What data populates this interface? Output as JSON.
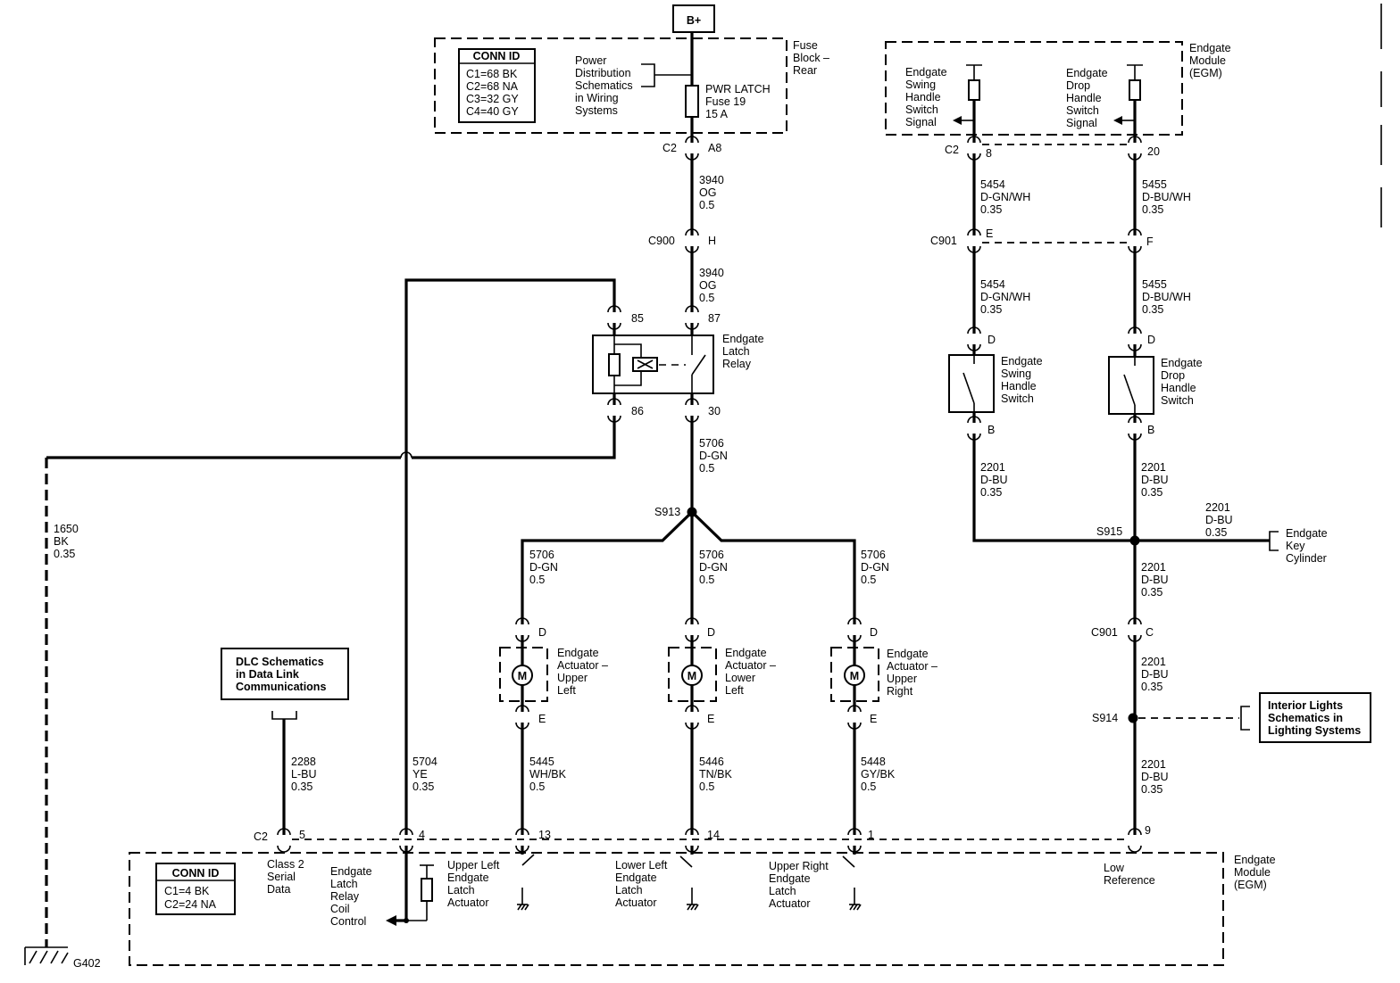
{
  "power": {
    "label": "B+"
  },
  "fuse_block": {
    "title": [
      "Fuse",
      "Block –",
      "Rear"
    ],
    "conn_id_title": "CONN ID",
    "conn_ids": [
      "C1=68 BK",
      "C2=68 NA",
      "C3=32 GY",
      "C4=40 GY"
    ],
    "power_dist_ref": [
      "Power",
      "Distribution",
      "Schematics",
      "in Wiring",
      "Systems"
    ],
    "fuse_label": [
      "PWR LATCH",
      "Fuse 19",
      "15 A"
    ]
  },
  "relay": {
    "name": [
      "Endgate",
      "Latch",
      "Relay"
    ],
    "pins": [
      "85",
      "87",
      "86",
      "30"
    ]
  },
  "connectors": {
    "c2_a8": {
      "conn": "C2",
      "pin": "A8"
    },
    "c900_h": {
      "conn": "C900",
      "pin": "H"
    },
    "c2_8": {
      "conn": "C2",
      "pin": "8"
    },
    "c2_20": {
      "pin": "20"
    },
    "c901_e": {
      "conn": "C901",
      "pin": "E"
    },
    "c901_f": {
      "pin": "F"
    },
    "c901_c": {
      "conn": "C901",
      "pin": "C"
    },
    "sw_pins": [
      "D",
      "B",
      "D",
      "B"
    ],
    "act_pins": [
      "D",
      "E",
      "D",
      "E",
      "D",
      "E"
    ],
    "egm_bottom_conn": "C2",
    "egm_bottom_pins": [
      "5",
      "4",
      "13",
      "14",
      "1",
      "9"
    ]
  },
  "wires": {
    "w3940a": [
      "3940",
      "OG",
      "0.5"
    ],
    "w3940b": [
      "3940",
      "OG",
      "0.5"
    ],
    "w5706_main": [
      "5706",
      "D-GN",
      "0.5"
    ],
    "w5706_left": [
      "5706",
      "D-GN",
      "0.5"
    ],
    "w5706_mid": [
      "5706",
      "D-GN",
      "0.5"
    ],
    "w5706_right": [
      "5706",
      "D-GN",
      "0.5"
    ],
    "w1650": [
      "1650",
      "BK",
      "0.35"
    ],
    "w2288": [
      "2288",
      "L-BU",
      "0.35"
    ],
    "w5704": [
      "5704",
      "YE",
      "0.35"
    ],
    "w5445": [
      "5445",
      "WH/BK",
      "0.5"
    ],
    "w5446": [
      "5446",
      "TN/BK",
      "0.5"
    ],
    "w5448": [
      "5448",
      "GY/BK",
      "0.5"
    ],
    "w5454a": [
      "5454",
      "D-GN/WH",
      "0.35"
    ],
    "w5454b": [
      "5454",
      "D-GN/WH",
      "0.35"
    ],
    "w5455a": [
      "5455",
      "D-BU/WH",
      "0.35"
    ],
    "w5455b": [
      "5455",
      "D-BU/WH",
      "0.35"
    ],
    "w2201_swing": [
      "2201",
      "D-BU",
      "0.35"
    ],
    "w2201_drop": [
      "2201",
      "D-BU",
      "0.35"
    ],
    "w2201_key": [
      "2201",
      "D-BU",
      "0.35"
    ],
    "w2201_s915": [
      "2201",
      "D-BU",
      "0.35"
    ],
    "w2201_c901": [
      "2201",
      "D-BU",
      "0.35"
    ],
    "w2201_s914": [
      "2201",
      "D-BU",
      "0.35"
    ]
  },
  "splices": {
    "s913": "S913",
    "s915": "S915",
    "s914": "S914"
  },
  "actuators": {
    "motor_symbol": "M",
    "upper_left": [
      "Endgate",
      "Actuator –",
      "Upper",
      "Left"
    ],
    "lower_left": [
      "Endgate",
      "Actuator –",
      "Lower",
      "Left"
    ],
    "upper_right": [
      "Endgate",
      "Actuator –",
      "Upper",
      "Right"
    ]
  },
  "switches": {
    "swing": [
      "Endgate",
      "Swing",
      "Handle",
      "Switch"
    ],
    "drop": [
      "Endgate",
      "Drop",
      "Handle",
      "Switch"
    ]
  },
  "egm_top": {
    "title": [
      "Endgate",
      "Module",
      "(EGM)"
    ],
    "swing_signal": [
      "Endgate",
      "Swing",
      "Handle",
      "Switch",
      "Signal"
    ],
    "drop_signal": [
      "Endgate",
      "Drop",
      "Handle",
      "Switch",
      "Signal"
    ]
  },
  "key_cylinder": [
    "Endgate",
    "Key",
    "Cylinder"
  ],
  "interior_ref": [
    "Interior Lights",
    "Schematics in",
    "Lighting Systems"
  ],
  "dlc_ref": [
    "DLC Schematics",
    "in Data Link",
    "Communications"
  ],
  "egm_bottom": {
    "title": [
      "Endgate",
      "Module",
      "(EGM)"
    ],
    "conn_id_title": "CONN ID",
    "conn_ids": [
      "C1=4 BK",
      "C2=24 NA"
    ],
    "class2": [
      "Class 2",
      "Serial",
      "Data"
    ],
    "relay_coil": [
      "Endgate",
      "Latch",
      "Relay",
      "Coil",
      "Control"
    ],
    "ul_actuator": [
      "Upper Left",
      "Endgate",
      "Latch",
      "Actuator"
    ],
    "ll_actuator": [
      "Lower Left",
      "Endgate",
      "Latch",
      "Actuator"
    ],
    "ur_actuator": [
      "Upper Right",
      "Endgate",
      "Latch",
      "Actuator"
    ],
    "low_ref": [
      "Low",
      "Reference"
    ]
  },
  "ground": {
    "label": "G402"
  }
}
